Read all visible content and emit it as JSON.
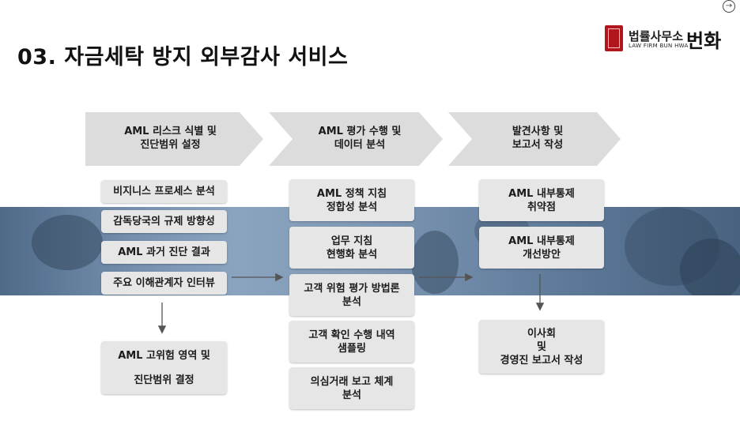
{
  "title": "03. 자금세탁 방지 외부감사 서비스",
  "corner_icon": "arrow-right-circle-icon",
  "logo": {
    "korean": "법률사무소",
    "english": "LAW FIRM BUN HWA",
    "big": "번화",
    "seal_color": "#b1161c"
  },
  "stages": [
    {
      "line1": "AML 리스크 식별 및",
      "line2": "진단범위 설정"
    },
    {
      "line1": "AML 평가 수행 및",
      "line2": "데이터 분석"
    },
    {
      "line1": "발견사항 및",
      "line2": "보고서 작성"
    }
  ],
  "column1": {
    "items": [
      "비지니스 프로세스 분석",
      "감독당국의 규제 방향성",
      "AML 과거 진단 결과",
      "주요 이해관계자 인터뷰"
    ],
    "result_line1": "AML 고위험 영역 및",
    "result_line2": "진단범위 결정"
  },
  "column2": {
    "items": [
      {
        "line1": "AML 정책 지침",
        "line2": "정합성 분석"
      },
      {
        "line1": "업무 지침",
        "line2": "현행화 분석"
      },
      {
        "line1": "고객 위험 평가 방법론",
        "line2": "분석"
      },
      {
        "line1": "고객 확인 수행 내역",
        "line2": "샘플링"
      },
      {
        "line1": "의심거래 보고 체계",
        "line2": "분석"
      }
    ]
  },
  "column3": {
    "items": [
      {
        "line1": "AML 내부통제",
        "line2": "취약점"
      },
      {
        "line1": "AML 내부통제",
        "line2": "개선방안"
      }
    ],
    "result_line1": "이사회",
    "result_line2": "및",
    "result_line3": "경영진 보고서 작성"
  },
  "colors": {
    "chevron": "#dcdcdc",
    "box": "#e6e6e6",
    "band": "#7590ae",
    "arrow": "#555555"
  }
}
